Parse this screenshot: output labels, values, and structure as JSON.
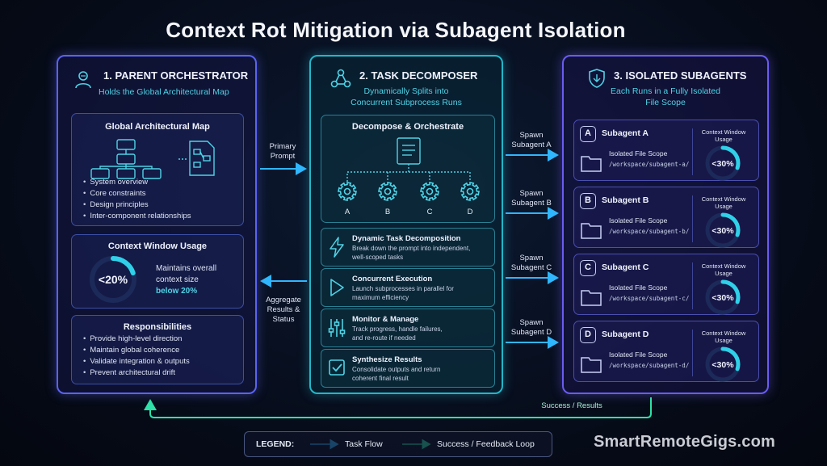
{
  "title": "Context Rot Mitigation via Subagent Isolation",
  "parent": {
    "title": "1. PARENT ORCHESTRATOR",
    "subtitle": "Holds the Global Architectural Map",
    "map_box": {
      "title": "Global Architectural Map",
      "bullets": [
        "System overview",
        "Core constraints",
        "Design principles",
        "Inter-component relationships"
      ]
    },
    "usage_box": {
      "title": "Context Window Usage",
      "value": "<20%",
      "fill_percent": 20,
      "text_line1": "Maintains overall",
      "text_line2": "context size",
      "text_line3": "below 20%"
    },
    "resp_box": {
      "title": "Responsibilities",
      "bullets": [
        "Provide high-level direction",
        "Maintain global coherence",
        "Validate integration & outputs",
        "Prevent architectural drift"
      ]
    }
  },
  "decomposer": {
    "title": "2. TASK DECOMPOSER",
    "subtitle_line1": "Dynamically Splits into",
    "subtitle_line2": "Concurrent Subprocess Runs",
    "orchestrate_box": {
      "title": "Decompose & Orchestrate",
      "nodes": [
        "A",
        "B",
        "C",
        "D"
      ]
    },
    "steps": [
      {
        "title": "Dynamic Task Decomposition",
        "desc1": "Break down the prompt into independent,",
        "desc2": "well-scoped tasks",
        "icon": "lightning-icon"
      },
      {
        "title": "Concurrent Execution",
        "desc1": "Launch subprocesses in parallel for",
        "desc2": "maximum efficiency",
        "icon": "play-icon"
      },
      {
        "title": "Monitor & Manage",
        "desc1": "Track progress, handle failures,",
        "desc2": "and re-route if needed",
        "icon": "sliders-icon"
      },
      {
        "title": "Synthesize Results",
        "desc1": "Consolidate outputs and return",
        "desc2": "coherent final result",
        "icon": "checkbox-icon"
      }
    ]
  },
  "subagents": {
    "title": "3. ISOLATED SUBAGENTS",
    "subtitle_line1": "Each Runs in a Fully Isolated",
    "subtitle_line2": "File Scope",
    "items": [
      {
        "letter": "A",
        "name": "Subagent A",
        "scope": "Isolated File Scope",
        "path": "/workspace/subagent-a/",
        "cw_line1": "Context Window",
        "cw_line2": "Usage",
        "value": "<30%",
        "fill_percent": 30
      },
      {
        "letter": "B",
        "name": "Subagent B",
        "scope": "Isolated File Scope",
        "path": "/workspace/subagent-b/",
        "cw_line1": "Context Window",
        "cw_line2": "Usage",
        "value": "<30%",
        "fill_percent": 30
      },
      {
        "letter": "C",
        "name": "Subagent C",
        "scope": "Isolated File Scope",
        "path": "/workspace/subagent-c/",
        "cw_line1": "Context Window",
        "cw_line2": "Usage",
        "value": "<30%",
        "fill_percent": 30
      },
      {
        "letter": "D",
        "name": "Subagent D",
        "scope": "Isolated File Scope",
        "path": "/workspace/subagent-d/",
        "cw_line1": "Context Window",
        "cw_line2": "Usage",
        "value": "<30%",
        "fill_percent": 30
      }
    ]
  },
  "flows": {
    "primary_line1": "Primary",
    "primary_line2": "Prompt",
    "aggregate_line1": "Aggregate",
    "aggregate_line2": "Results &",
    "aggregate_line3": "Status",
    "spawn": [
      {
        "line1": "Spawn",
        "line2": "Subagent A"
      },
      {
        "line1": "Spawn",
        "line2": "Subagent B"
      },
      {
        "line1": "Spawn",
        "line2": "Subagent C"
      },
      {
        "line1": "Spawn",
        "line2": "Subagent D"
      }
    ],
    "success": "Success / Results"
  },
  "legend": {
    "label": "LEGEND:",
    "task_flow": "Task Flow",
    "feedback": "Success / Feedback Loop"
  },
  "watermark": "SmartRemoteGigs.com",
  "colors": {
    "parent_border": "#5b63f0",
    "decomposer_border": "#23b7c9",
    "subagent_border": "#6a5cf0",
    "task_flow": "#2fb6ff",
    "feedback_loop": "#2fe0a8",
    "ring_fill": "#2fd0e8"
  }
}
